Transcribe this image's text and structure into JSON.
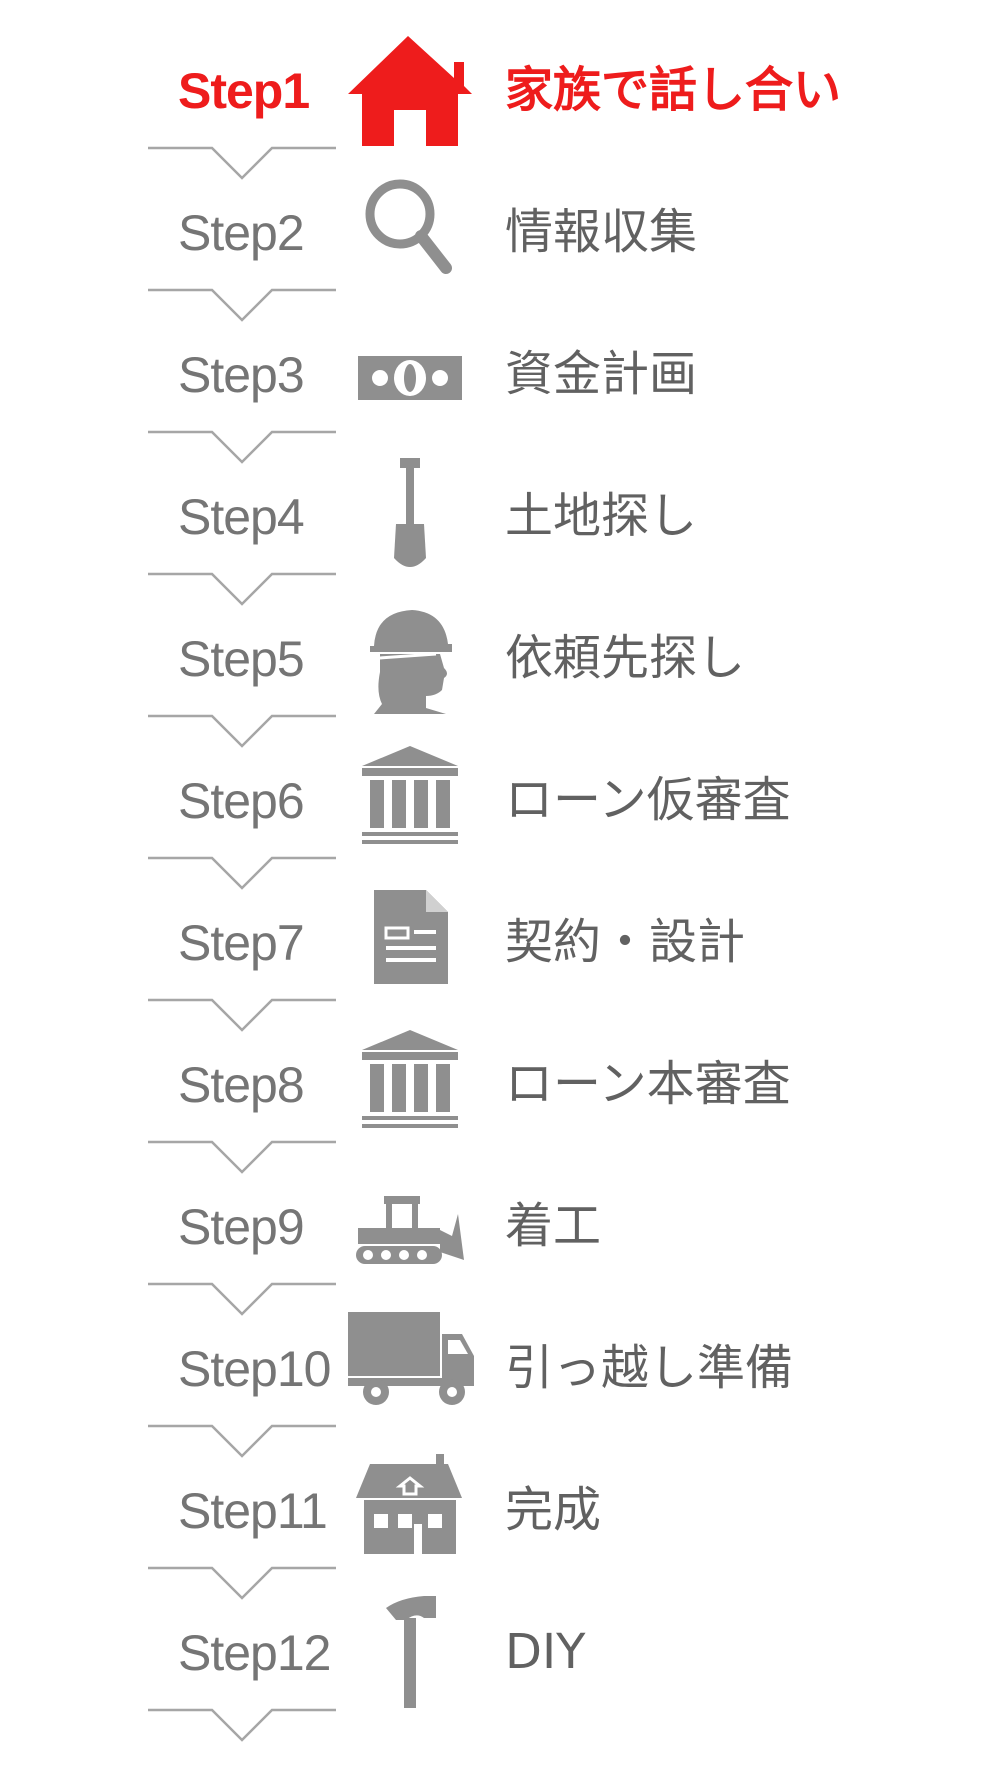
{
  "colors": {
    "active": "#ee1c1c",
    "inactive": "#757575",
    "separator": "#a6a6a6"
  },
  "steps": [
    {
      "label": "Step1",
      "title": "家族で話し合い",
      "icon": "house-icon",
      "active": true
    },
    {
      "label": "Step2",
      "title": "情報収集",
      "icon": "search-icon",
      "active": false
    },
    {
      "label": "Step3",
      "title": "資金計画",
      "icon": "money-icon",
      "active": false
    },
    {
      "label": "Step4",
      "title": "土地探し",
      "icon": "shovel-icon",
      "active": false
    },
    {
      "label": "Step5",
      "title": "依頼先探し",
      "icon": "worker-helmet-icon",
      "active": false
    },
    {
      "label": "Step6",
      "title": "ローン仮審査",
      "icon": "bank-icon",
      "active": false
    },
    {
      "label": "Step7",
      "title": "契約・設計",
      "icon": "document-icon",
      "active": false
    },
    {
      "label": "Step8",
      "title": "ローン本審査",
      "icon": "bank-icon",
      "active": false
    },
    {
      "label": "Step9",
      "title": "着工",
      "icon": "bulldozer-icon",
      "active": false
    },
    {
      "label": "Step10",
      "title": "引っ越し準備",
      "icon": "truck-icon",
      "active": false
    },
    {
      "label": "Step11",
      "title": "完成",
      "icon": "completed-house-icon",
      "active": false
    },
    {
      "label": "Step12",
      "title": "DIY",
      "icon": "hammer-icon",
      "active": false
    }
  ]
}
